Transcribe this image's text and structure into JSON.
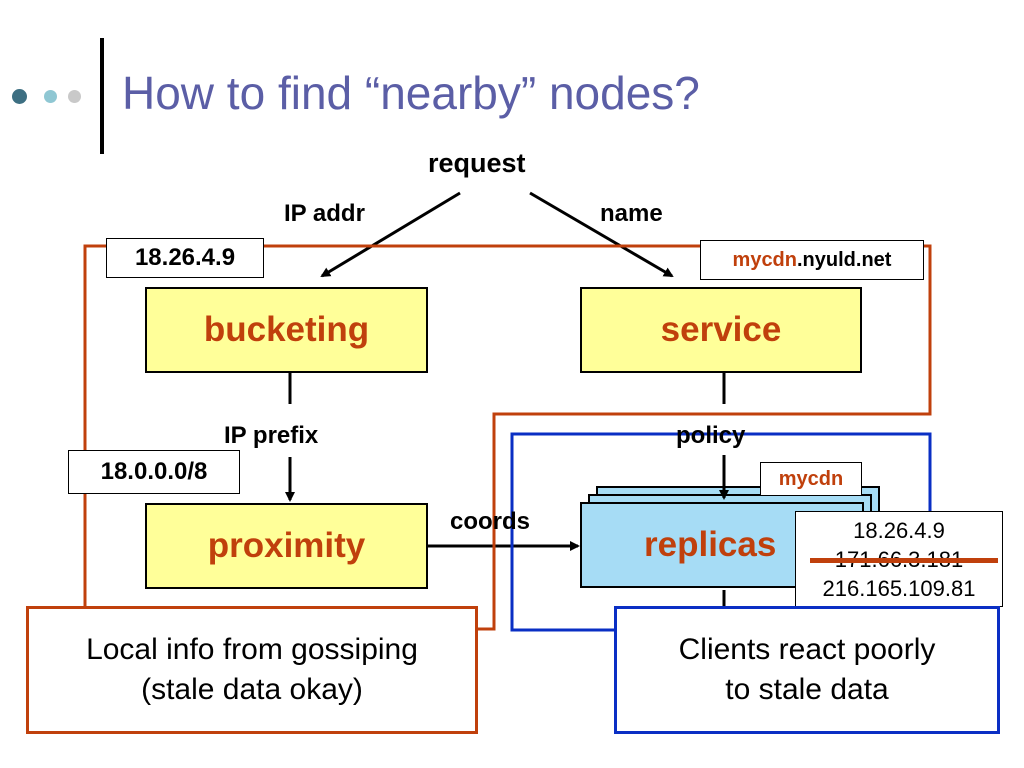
{
  "slide": {
    "title": "How to find “nearby” nodes?"
  },
  "diagram": {
    "request_label": "request",
    "ip_addr_label": "IP addr",
    "name_label": "name",
    "ip_value": "18.26.4.9",
    "hostname_prefix": "mycdn",
    "hostname_suffix": ".nyuld.net",
    "bucketing_label": "bucketing",
    "service_label": "service",
    "ip_prefix_label": "IP prefix",
    "policy_label": "policy",
    "prefix_value": "18.0.0.0/8",
    "mycdn_tag": "mycdn",
    "proximity_label": "proximity",
    "coords_label": "coords",
    "replicas_label": "replicas",
    "replica_ips": [
      "18.26.4.9",
      "171.66.3.181",
      "216.165.109.81"
    ]
  },
  "notes": {
    "left_line1": "Local info from gossiping",
    "left_line2": "(stale data okay)",
    "right_line1": "Clients react poorly",
    "right_line2": "to stale data"
  },
  "colors": {
    "title": "#5b5ea6",
    "accent_orange": "#c0400c",
    "accent_blue": "#0a2fc4",
    "box_yellow": "#ffff99",
    "box_blue": "#a6dcf5"
  }
}
